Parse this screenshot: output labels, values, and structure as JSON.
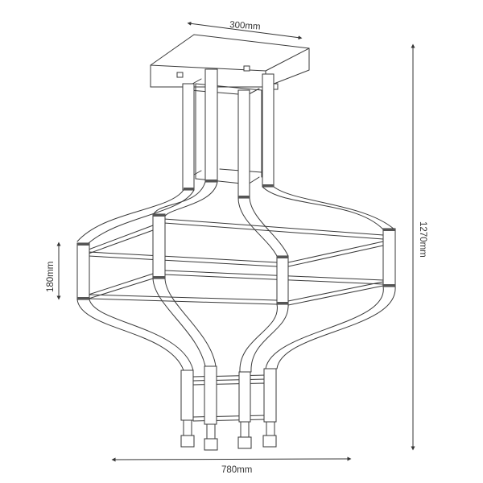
{
  "drawing": {
    "subject": "ceiling pendant lamp technical drawing",
    "line_color": "#3a3a3a",
    "background": "#ffffff"
  },
  "dimensions": {
    "canopy_width": {
      "label": "300mm",
      "value": 300,
      "unit": "mm"
    },
    "total_height": {
      "label": "1270mm",
      "value": 1270,
      "unit": "mm"
    },
    "ring_height": {
      "label": "180mm",
      "value": 180,
      "unit": "mm"
    },
    "total_width": {
      "label": "780mm",
      "value": 780,
      "unit": "mm"
    }
  }
}
